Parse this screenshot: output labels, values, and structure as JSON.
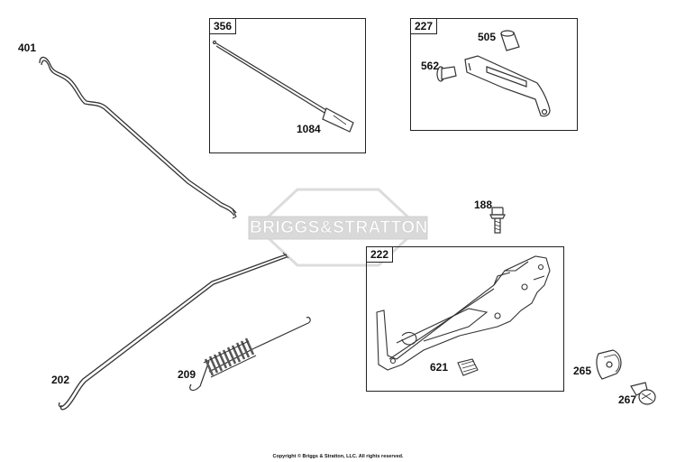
{
  "watermark": {
    "brand": "BRIGGS&STRATTON"
  },
  "copyright": "Copyright © Briggs & Stratton, LLC. All rights reserved.",
  "boxes": [
    {
      "id": "356",
      "callouts": [
        "1084"
      ]
    },
    {
      "id": "227",
      "callouts": [
        "505",
        "562"
      ]
    },
    {
      "id": "222",
      "callouts": [
        "621"
      ]
    }
  ],
  "parts": {
    "p401": "401",
    "p202": "202",
    "p209": "209",
    "p188": "188",
    "p265": "265",
    "p267": "267",
    "p1084": "1084",
    "p505": "505",
    "p562": "562",
    "p621": "621"
  }
}
